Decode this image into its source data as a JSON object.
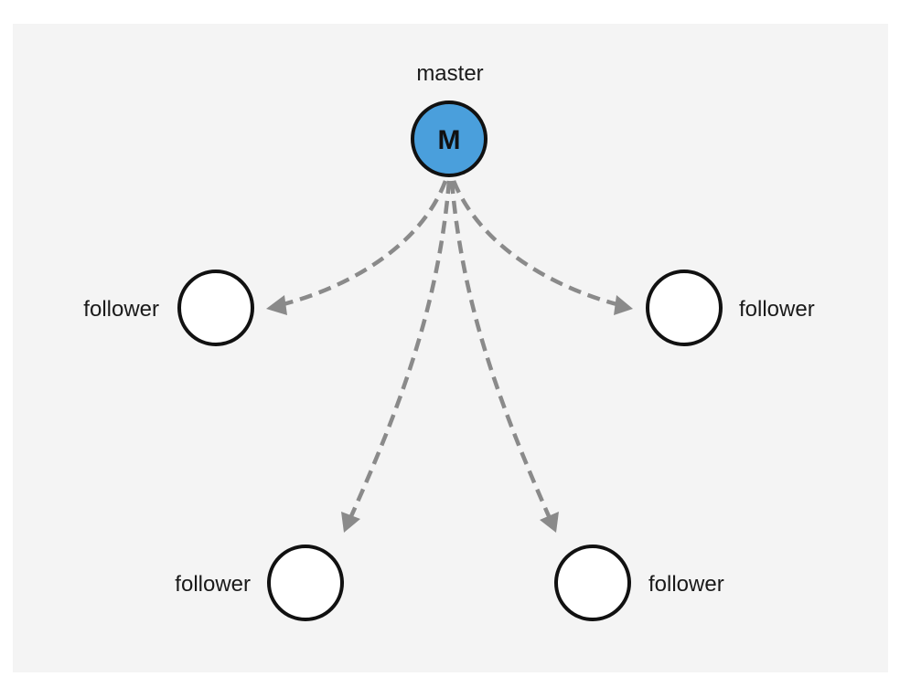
{
  "diagram": {
    "background_color": "#f4f4f4",
    "edge_color": "#8a8a8a",
    "master": {
      "label": "master",
      "letter": "M",
      "fill_color": "#4a9fdc"
    },
    "followers": [
      {
        "id": "left",
        "label": "follower"
      },
      {
        "id": "right",
        "label": "follower"
      },
      {
        "id": "bottom-left",
        "label": "follower"
      },
      {
        "id": "bottom-right",
        "label": "follower"
      }
    ]
  }
}
